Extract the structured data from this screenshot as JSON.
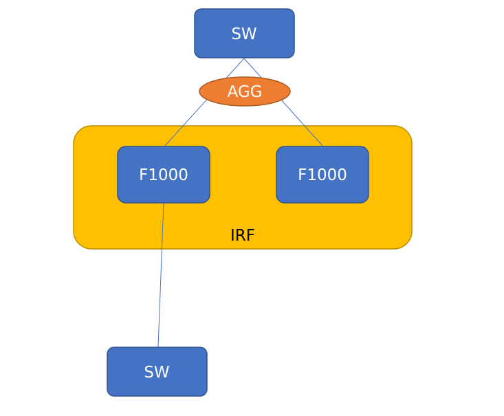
{
  "diagram": {
    "colors": {
      "node_fill": "#4472c4",
      "node_stroke": "#2f528f",
      "agg_fill": "#ed7d31",
      "agg_stroke": "#ae5a21",
      "group_fill": "#ffc000",
      "group_stroke": "#bc8c00",
      "link": "#4472c4",
      "node_text": "#ffffff",
      "group_text": "#000000"
    },
    "group": {
      "id": "irf",
      "label": "IRF"
    },
    "nodes": [
      {
        "id": "sw-top",
        "label": "SW"
      },
      {
        "id": "agg",
        "label": "AGG"
      },
      {
        "id": "f1000-left",
        "label": "F1000"
      },
      {
        "id": "f1000-right",
        "label": "F1000"
      },
      {
        "id": "sw-bottom",
        "label": "SW"
      }
    ],
    "links": [
      {
        "from": "sw-top",
        "to": "f1000-left",
        "via": "agg"
      },
      {
        "from": "sw-top",
        "to": "f1000-right",
        "via": "agg"
      },
      {
        "from": "f1000-left",
        "to": "sw-bottom"
      }
    ]
  }
}
